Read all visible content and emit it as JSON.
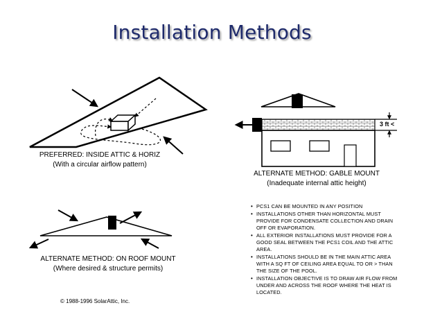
{
  "title": "Installation Methods",
  "preferred": {
    "caption": "PREFERRED: INSIDE ATTIC & HORIZ",
    "subcaption": "(With a circular airflow pattern)"
  },
  "gable": {
    "caption": "ALTERNATE METHOD: GABLE MOUNT",
    "subcaption": "(Inadequate internal attic height)",
    "clearance_label": "3 ft <"
  },
  "roof": {
    "caption": "ALTERNATE METHOD: ON ROOF MOUNT",
    "subcaption": "(Where desired & structure permits)"
  },
  "notes": [
    "PCS1 CAN BE MOUNTED IN ANY POSITION",
    "INSTALLATIONS OTHER THAN HORIZONTAL MUST PROVIDE FOR CONDENSATE COLLECTION AND DRAIN OFF OR EVAPORATION.",
    "ALL EXTERIOR INSTALLATIONS MUST PROVIDE FOR A GOOD SEAL BETWEEN THE PCS1 COIL AND THE ATTIC AREA.",
    "INSTALLATIONS SHOULD BE IN THE MAIN ATTIC AREA WITH A SQ FT OF CEILING AREA EQUAL TO OR > THAN THE SIZE OF THE POOL.",
    "INSTALLATION OBJECTIVE IS TO DRAW AIR FLOW FROM UNDER AND ACROSS THE ROOF WHERE THE HEAT IS LOCATED."
  ],
  "copyright": "© 1988-1996 SolarAttic, Inc.",
  "colors": {
    "title": "#1e2a6b",
    "title_shadow": "#a8a8a8",
    "ink": "#000000",
    "background": "#ffffff"
  }
}
